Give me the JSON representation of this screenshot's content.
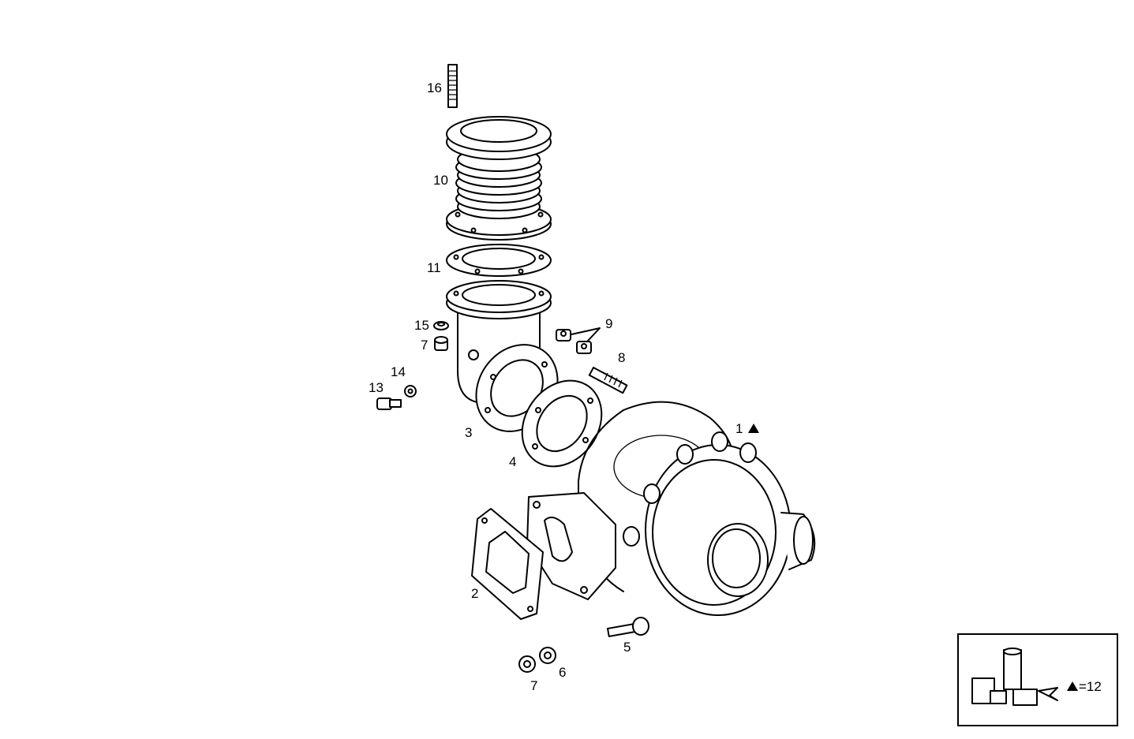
{
  "callouts": {
    "c16": "16",
    "c10": "10",
    "c11": "11",
    "c15": "15",
    "c7a": "7",
    "c9": "9",
    "c8": "8",
    "c14": "14",
    "c13": "13",
    "c3": "3",
    "c4": "4",
    "c1": "1",
    "c2": "2",
    "c5": "5",
    "c6": "6",
    "c7b": "7"
  },
  "legend": {
    "text": "=12"
  }
}
